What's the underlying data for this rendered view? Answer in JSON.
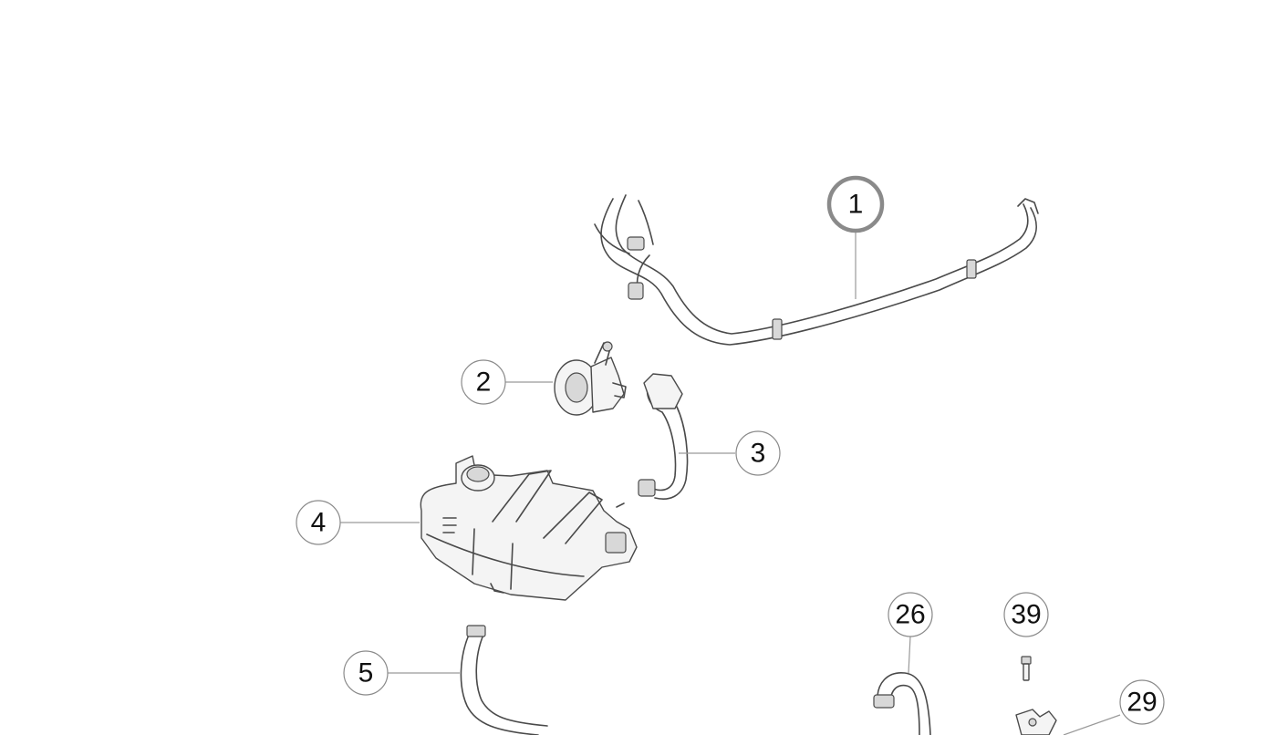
{
  "diagram": {
    "selected_callout": "1",
    "accent_color": "#c3274e",
    "callouts": [
      {
        "id": "c1",
        "label": "1",
        "selected": true
      },
      {
        "id": "c2",
        "label": "2",
        "selected": false
      },
      {
        "id": "c3",
        "label": "3",
        "selected": false
      },
      {
        "id": "c4",
        "label": "4",
        "selected": false
      },
      {
        "id": "c5",
        "label": "5",
        "selected": false
      },
      {
        "id": "c26",
        "label": "26",
        "selected": false
      },
      {
        "id": "c39",
        "label": "39",
        "selected": false
      },
      {
        "id": "c29",
        "label": "29",
        "selected": false
      }
    ],
    "parts": [
      {
        "callout": "1",
        "shape": "coolant-hose-long"
      },
      {
        "callout": "2",
        "shape": "electric-water-pump"
      },
      {
        "callout": "3",
        "shape": "coolant-hose-short"
      },
      {
        "callout": "4",
        "shape": "expansion-tank"
      },
      {
        "callout": "5",
        "shape": "coolant-hose-lower"
      },
      {
        "callout": "26",
        "shape": "coolant-hose-bent"
      },
      {
        "callout": "39",
        "shape": "bolt"
      },
      {
        "callout": "29",
        "shape": "bracket"
      }
    ]
  }
}
